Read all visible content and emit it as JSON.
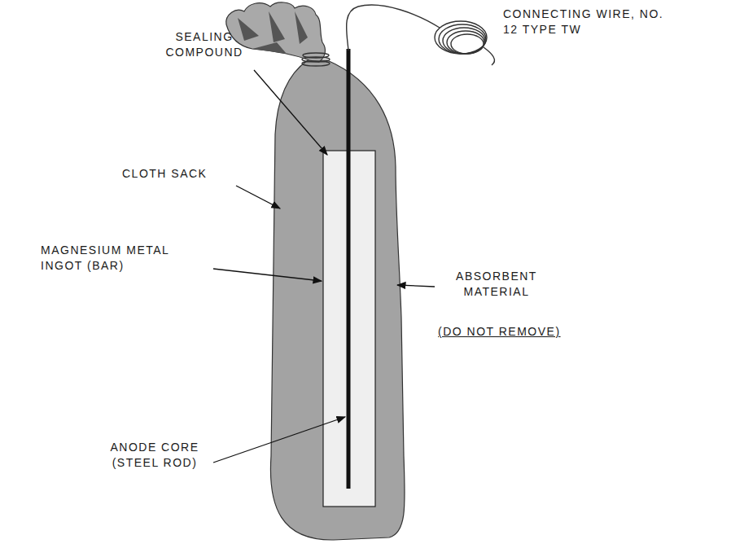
{
  "diagram": {
    "labels": [
      "CONNECTING WIRE, NO. 12 TYPE TW",
      "SEALING COMPOUND",
      "CLOTH SACK",
      "MAGNESIUM METAL INGOT (BAR)",
      "ABSORBENT MATERIAL",
      "(DO NOT REMOVE)",
      "ANODE CORE (STEEL ROD)"
    ]
  }
}
